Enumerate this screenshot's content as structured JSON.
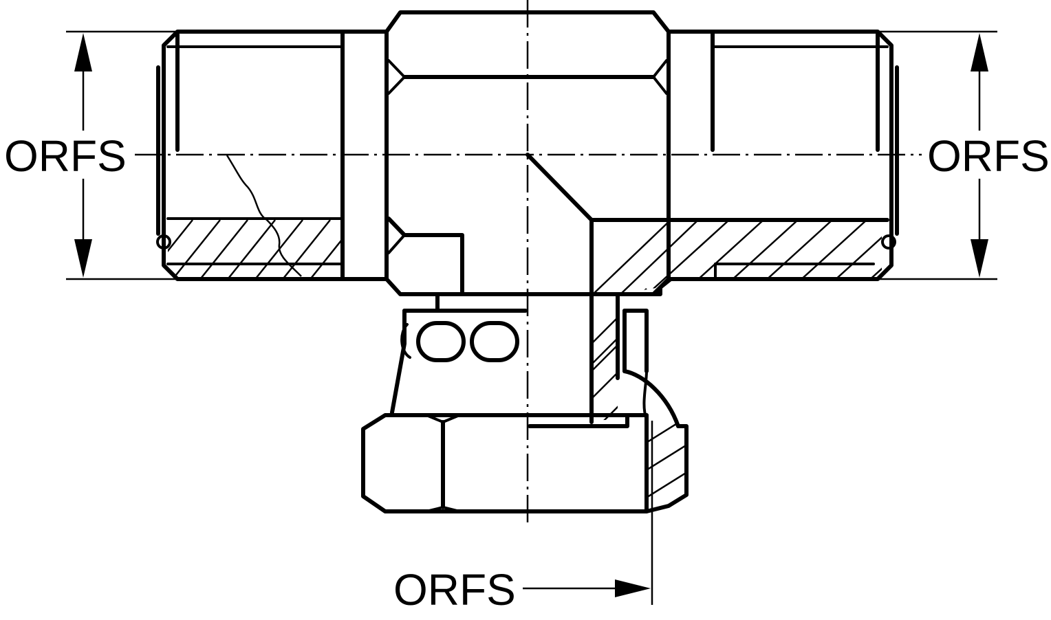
{
  "labels": {
    "left_port": "ORFS",
    "right_port": "ORFS",
    "bottom_port": "ORFS"
  },
  "colors": {
    "line": "#000000",
    "background": "#ffffff"
  }
}
